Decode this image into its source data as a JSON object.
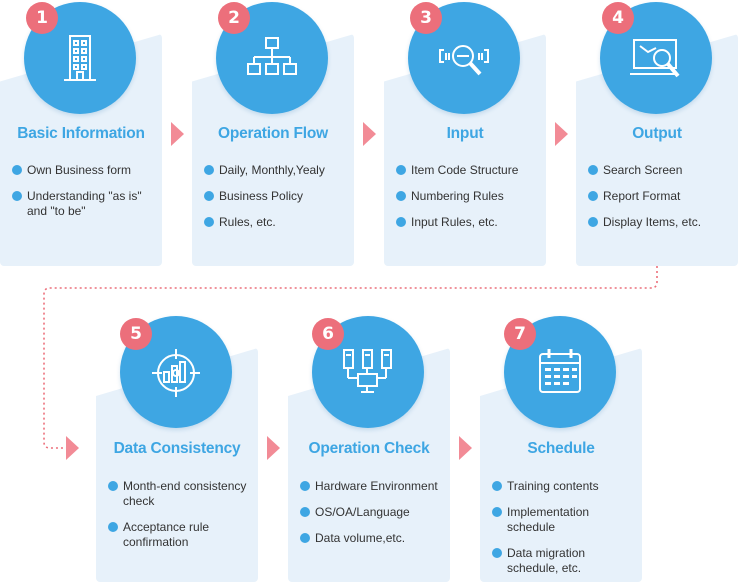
{
  "steps": [
    {
      "number": "1",
      "title": "Basic Information",
      "icon": "building-icon",
      "items": [
        "Own Business form",
        "Understanding \"as is\" and \"to be\""
      ]
    },
    {
      "number": "2",
      "title": "Operation Flow",
      "icon": "org-chart-icon",
      "items": [
        "Daily, Monthly,Yealy",
        "Business Policy",
        "Rules, etc."
      ]
    },
    {
      "number": "3",
      "title": "Input",
      "icon": "barcode-search-icon",
      "items": [
        "Item Code Structure",
        "Numbering Rules",
        "Input Rules, etc."
      ]
    },
    {
      "number": "4",
      "title": "Output",
      "icon": "laptop-search-icon",
      "items": [
        "Search Screen",
        "Report Format",
        "Display Items, etc."
      ]
    },
    {
      "number": "5",
      "title": "Data Consistency",
      "icon": "target-chart-icon",
      "items": [
        "Month-end consistency check",
        "Acceptance rule confirmation"
      ]
    },
    {
      "number": "6",
      "title": "Operation Check",
      "icon": "server-network-icon",
      "items": [
        "Hardware Environment",
        "OS/OA/Language",
        "Data volume,etc."
      ]
    },
    {
      "number": "7",
      "title": "Schedule",
      "icon": "calendar-icon",
      "items": [
        "Training contents",
        "Implementation schedule",
        "Data migration schedule, etc."
      ]
    }
  ],
  "colors": {
    "accent": "#3ea6e3",
    "badge": "#ec6f7b",
    "arrow": "#f28b96",
    "card": "#e7f1fa"
  }
}
